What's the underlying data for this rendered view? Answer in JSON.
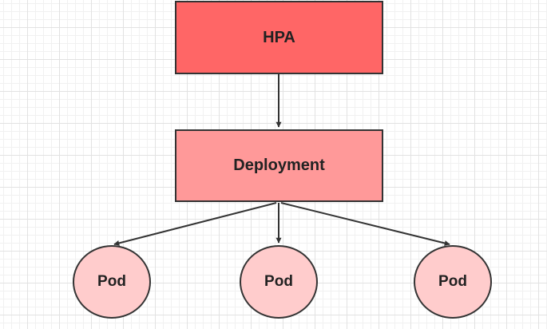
{
  "colors": {
    "hpa_fill": "#ff6666",
    "deployment_fill": "#ff9999",
    "pod_fill": "#ffcccc",
    "stroke": "#333333"
  },
  "diagram": {
    "hpa": {
      "label": "HPA"
    },
    "deployment": {
      "label": "Deployment"
    },
    "pods": [
      {
        "label": "Pod"
      },
      {
        "label": "Pod"
      },
      {
        "label": "Pod"
      }
    ],
    "edges": [
      {
        "from": "HPA",
        "to": "Deployment"
      },
      {
        "from": "Deployment",
        "to": "Pod 1"
      },
      {
        "from": "Deployment",
        "to": "Pod 2"
      },
      {
        "from": "Deployment",
        "to": "Pod 3"
      }
    ]
  }
}
